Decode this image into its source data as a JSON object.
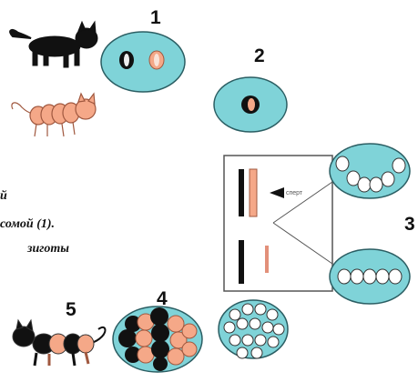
{
  "figure": {
    "steps": [
      "1",
      "2",
      "3",
      "4",
      "5"
    ],
    "caption_fragments": [
      "й",
      "сомой (1).",
      "зиготы"
    ],
    "panel_labels": [
      "сперт"
    ],
    "colors": {
      "cell_fill": "#7fd3d8",
      "cell_stroke": "#2b5e63",
      "cat_black": "#111111",
      "cat_orange": "#f5a888",
      "frame": "#555555"
    }
  }
}
